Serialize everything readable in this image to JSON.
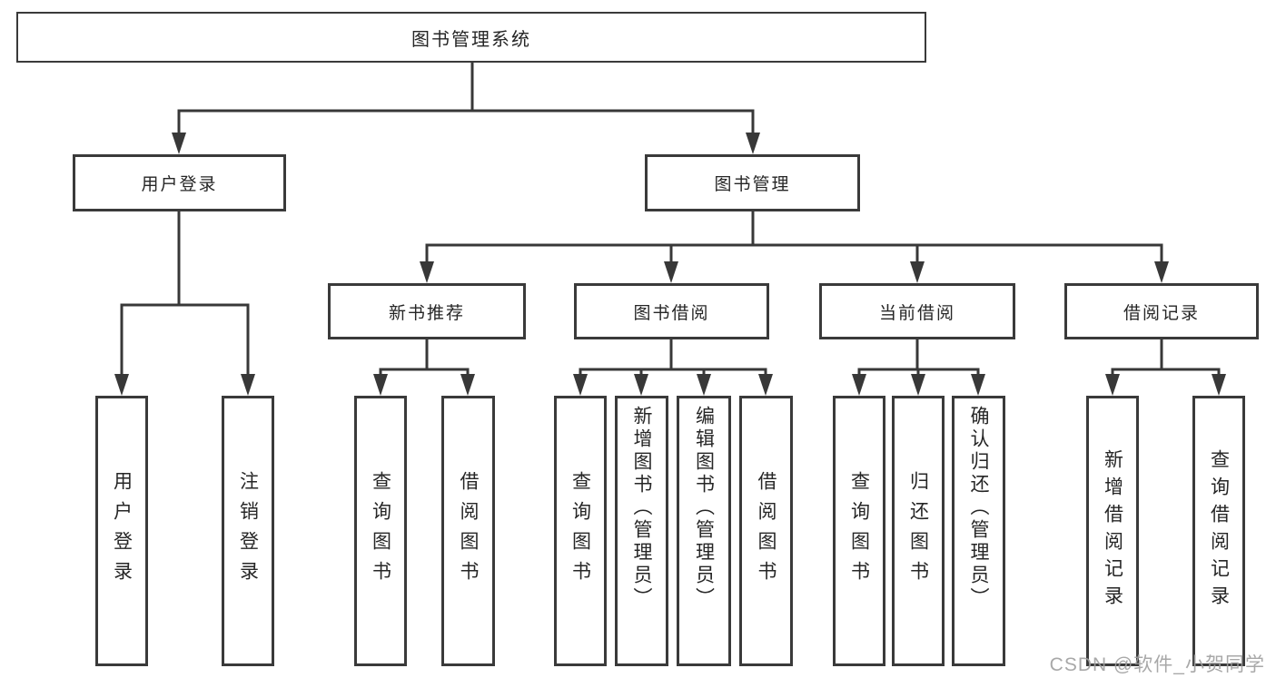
{
  "diagram": {
    "type": "tree",
    "title": "图书管理系统",
    "colors": {
      "background": "#ffffff",
      "line": "#383838",
      "box_border": "#3a3a3a",
      "box_fill": "#ffffff",
      "text": "#262626",
      "watermark": "#9e9e9e"
    },
    "nodes": [
      {
        "id": "root",
        "label": "图书管理系统",
        "level": 1,
        "parent": null
      },
      {
        "id": "user-login",
        "label": "用户登录",
        "level": 2,
        "parent": "root"
      },
      {
        "id": "book-mgmt",
        "label": "图书管理",
        "level": 2,
        "parent": "root"
      },
      {
        "id": "new-book-rec",
        "label": "新书推荐",
        "level": 3,
        "parent": "book-mgmt"
      },
      {
        "id": "book-borrow",
        "label": "图书借阅",
        "level": 3,
        "parent": "book-mgmt"
      },
      {
        "id": "current-borrow",
        "label": "当前借阅",
        "level": 3,
        "parent": "book-mgmt"
      },
      {
        "id": "borrow-records",
        "label": "借阅记录",
        "level": 3,
        "parent": "book-mgmt"
      },
      {
        "id": "leaf-user-login",
        "label": "用户登录",
        "level": 4,
        "parent": "user-login"
      },
      {
        "id": "leaf-logout",
        "label": "注销登录",
        "level": 4,
        "parent": "user-login"
      },
      {
        "id": "leaf-query-books-1",
        "label": "查询图书",
        "level": 4,
        "parent": "new-book-rec"
      },
      {
        "id": "leaf-borrow-books-1",
        "label": "借阅图书",
        "level": 4,
        "parent": "new-book-rec"
      },
      {
        "id": "leaf-query-books-2",
        "label": "查询图书",
        "level": 4,
        "parent": "book-borrow"
      },
      {
        "id": "leaf-add-book",
        "label": "新增图书（管理员）",
        "level": 4,
        "parent": "book-borrow"
      },
      {
        "id": "leaf-edit-book",
        "label": "编辑图书（管理员）",
        "level": 4,
        "parent": "book-borrow"
      },
      {
        "id": "leaf-borrow-books-2",
        "label": "借阅图书",
        "level": 4,
        "parent": "book-borrow"
      },
      {
        "id": "leaf-query-books-3",
        "label": "查询图书",
        "level": 4,
        "parent": "current-borrow"
      },
      {
        "id": "leaf-return-book",
        "label": "归还图书",
        "level": 4,
        "parent": "current-borrow"
      },
      {
        "id": "leaf-confirm-return",
        "label": "确认归还（管理员）",
        "level": 4,
        "parent": "current-borrow"
      },
      {
        "id": "leaf-add-record",
        "label": "新增借阅记录",
        "level": 4,
        "parent": "borrow-records"
      },
      {
        "id": "leaf-query-record",
        "label": "查询借阅记录",
        "level": 4,
        "parent": "borrow-records"
      }
    ],
    "watermark": "CSDN @软件_小贺同学"
  }
}
